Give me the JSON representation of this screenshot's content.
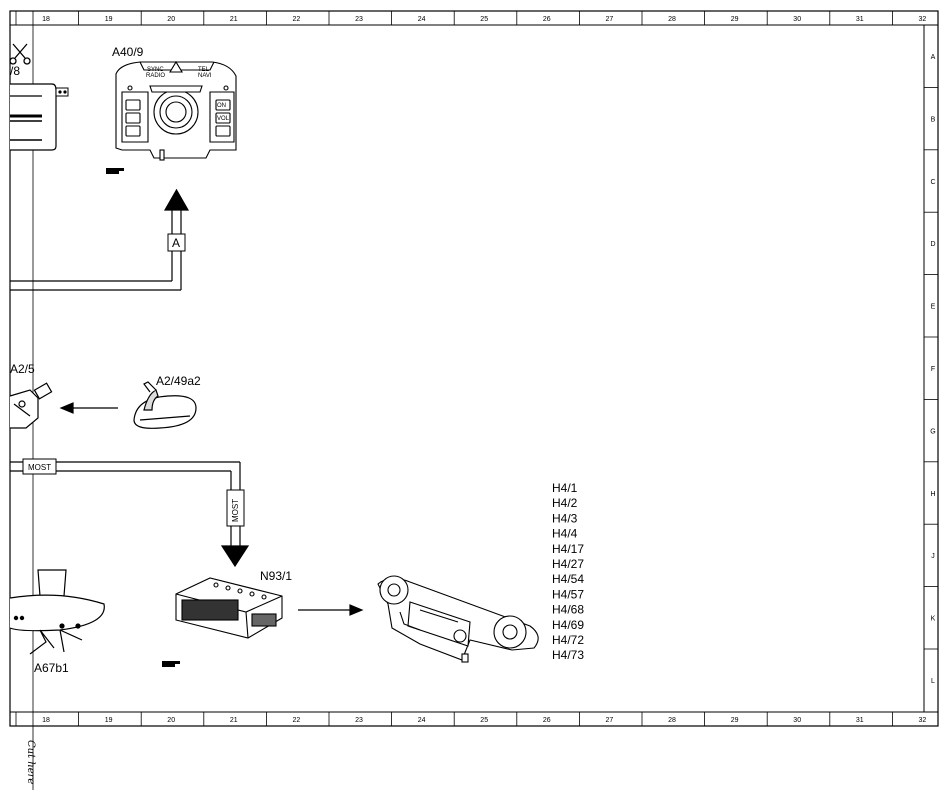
{
  "frame": {
    "columns": [
      "18",
      "19",
      "20",
      "21",
      "22",
      "23",
      "24",
      "25",
      "26",
      "27",
      "28",
      "29",
      "30",
      "31",
      "32"
    ],
    "rows": [
      "A",
      "B",
      "C",
      "D",
      "E",
      "F",
      "G",
      "H",
      "J",
      "K",
      "L"
    ]
  },
  "components": {
    "a40_9": "A40/9",
    "a2_5": "A2/5",
    "a2_49a2": "A2/49a2",
    "n93_1": "N93/1",
    "a67b1": "A67b1",
    "clipped_ref": "/8"
  },
  "connectors": {
    "a_label": "A",
    "most_horizontal": "MOST",
    "most_vertical": "MOST"
  },
  "h4_list": [
    "H4/1",
    "H4/2",
    "H4/3",
    "H4/4",
    "H4/17",
    "H4/27",
    "H4/54",
    "H4/57",
    "H4/68",
    "H4/69",
    "H4/72",
    "H4/73"
  ],
  "cut_text": "Cut here",
  "icons": [
    "scissors-icon",
    "hand-pointer-icon"
  ]
}
